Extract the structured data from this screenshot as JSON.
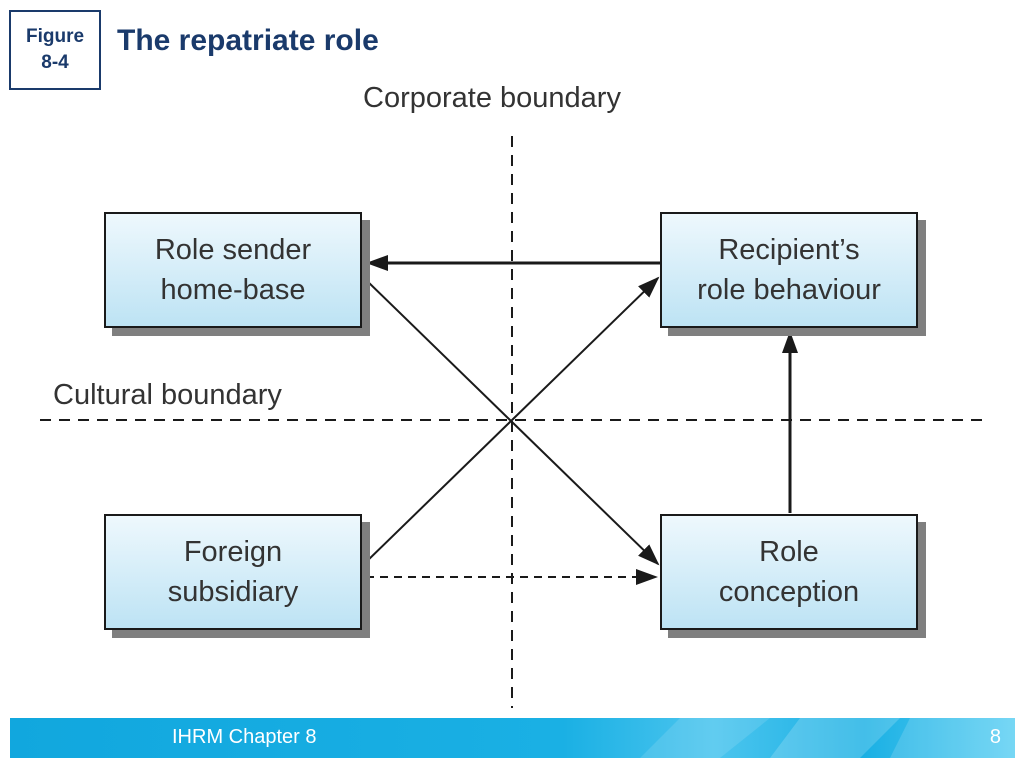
{
  "figure_badge": {
    "line1": "Figure",
    "line2": "8-4"
  },
  "title": "The repatriate role",
  "labels": {
    "corporate_boundary": "Corporate boundary",
    "cultural_boundary": "Cultural boundary"
  },
  "boxes": {
    "role_sender": {
      "line1": "Role sender",
      "line2": "home-base"
    },
    "recipient": {
      "line1": "Recipient’s",
      "line2": "role behaviour"
    },
    "foreign_subsidiary": {
      "line1": "Foreign",
      "line2": "subsidiary"
    },
    "role_conception": {
      "line1": "Role",
      "line2": "conception"
    }
  },
  "footer": {
    "chapter": "IHRM Chapter 8",
    "page": "8"
  },
  "colors": {
    "title": "#1a3a6b",
    "box_fill_top": "#eef8fd",
    "box_fill_bottom": "#bde3f4",
    "footer_bar": "#1ab0e4"
  }
}
